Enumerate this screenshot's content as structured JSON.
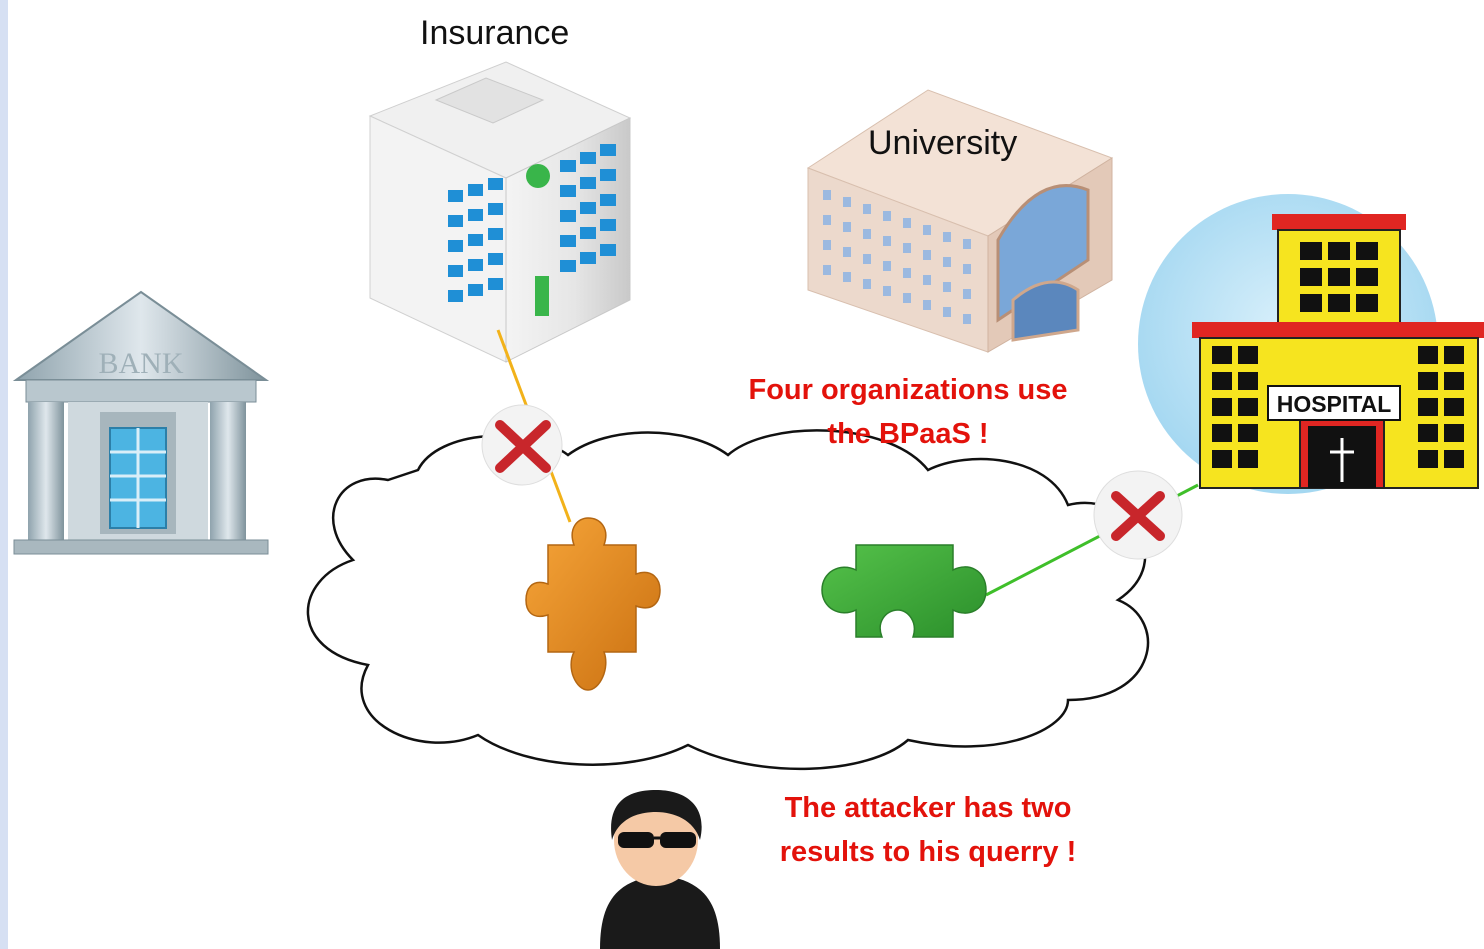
{
  "labels": {
    "insurance": "Insurance",
    "university": "University",
    "bank": "BANK",
    "hospital": "HOSPITAL"
  },
  "messages": {
    "orgs_line1": "Four organizations use",
    "orgs_line2": "the BPaaS !",
    "attacker_line1": "The attacker has two",
    "attacker_line2": "results to his querry !"
  },
  "colors": {
    "alert_text": "#e3120b",
    "insurance_link": "#f2b21a",
    "hospital_link": "#3fbf2a",
    "puzzle_orange": "#e58a1e",
    "puzzle_green": "#3ea83a",
    "x_mark": "#c8262b"
  }
}
